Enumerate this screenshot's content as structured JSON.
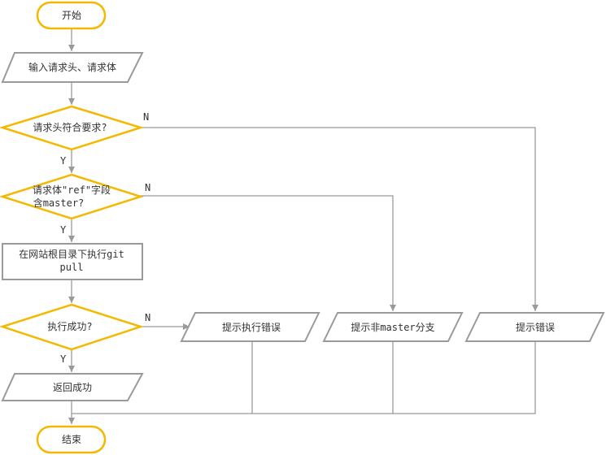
{
  "colors": {
    "terminal_border": "#f5b800",
    "decision_border": "#f5b800",
    "process_border": "#9a9a9a",
    "connector": "#9a9a9a",
    "text": "#333333"
  },
  "nodes": {
    "start": "开始",
    "input": "输入请求头、请求体",
    "check_header": "请求头符合要求?",
    "check_ref_line1": "请求体\"ref\"字段",
    "check_ref_line2": "含master?",
    "exec_line1": "在网站根目录下执行git",
    "exec_line2": "pull",
    "exec_success": "执行成功?",
    "return_success": "返回成功",
    "hint_exec_error": "提示执行错误",
    "hint_not_master": "提示非master分支",
    "hint_error": "提示错误",
    "end": "结束"
  },
  "edge_labels": {
    "header_no": "N",
    "header_yes": "Y",
    "ref_no": "N",
    "ref_yes": "Y",
    "exec_no": "N",
    "exec_yes": "Y"
  }
}
